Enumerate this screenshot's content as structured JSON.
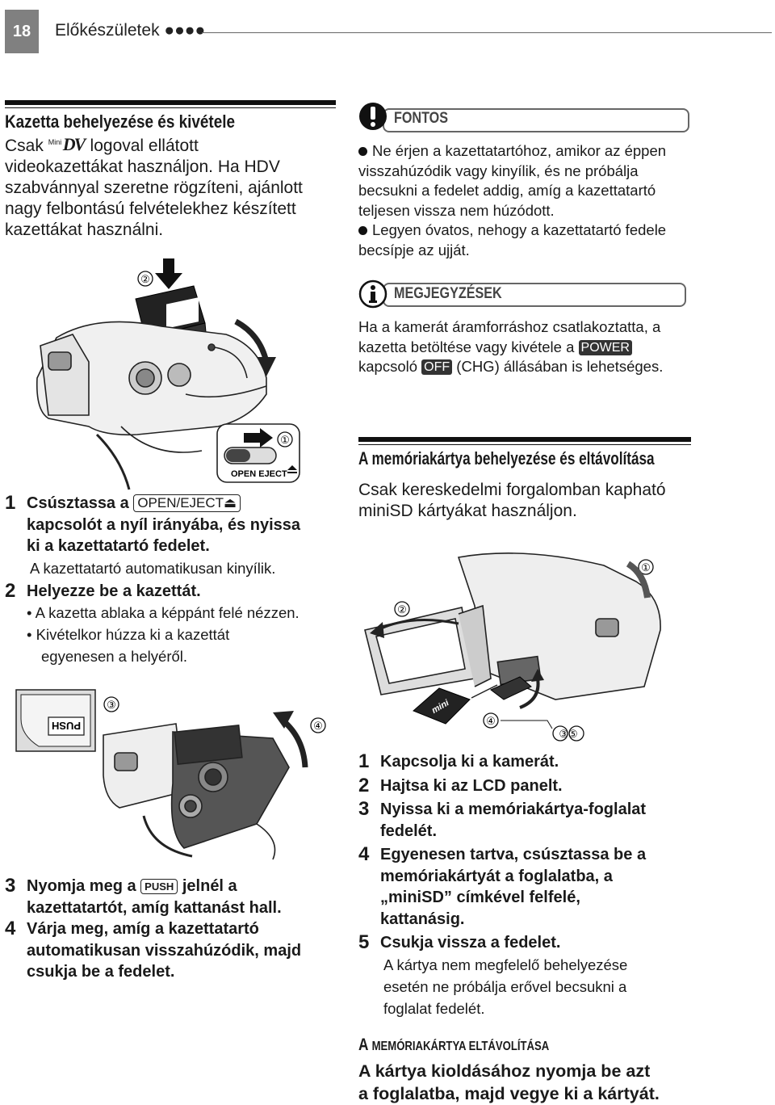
{
  "header": {
    "page_number": "18",
    "section_title": "Előkészületek ●●●●"
  },
  "cassette": {
    "title": "Kazetta behelyezése és kivétele",
    "intro_before": "Csak",
    "intro_logo_small": "Mini",
    "intro_logo_main": "DV",
    "intro_after": "logoval ellátott",
    "intro_lines": [
      "videokazettákat használjon. Ha HDV",
      "szabvánnyal szeretne rögzíteni, ajánlott",
      "nagy felbontású felvételekhez készített",
      "kazettákat használni."
    ],
    "steps": [
      {
        "num": "1",
        "text_before": "Csúsztassa a",
        "button": "OPEN/EJECT⏏",
        "text_lines": [
          "kapcsolót a nyíl irányába, és nyissa",
          "ki a kazettatartó fedelet."
        ],
        "sub": [
          "A kazettatartó automatikusan kinyílik."
        ]
      },
      {
        "num": "2",
        "text": "Helyezze be a kazettát.",
        "bullets": [
          "A kazetta ablaka a képpánt felé nézzen.",
          "Kivételkor húzza ki a kazettát",
          "egyenesen a helyéről."
        ]
      },
      {
        "num": "3",
        "text_before": "Nyomja meg a",
        "button": "PUSH",
        "text_after": "jelnél a",
        "text_lines": [
          "kazettatartót, amíg kattanást hall."
        ]
      },
      {
        "num": "4",
        "text_lines": [
          "Várja meg, amíg a kazettatartó",
          "automatikusan visszahúzódik, majd",
          "csukja be a fedelet."
        ]
      }
    ],
    "figure_labels": {
      "fig1_callout": "②",
      "switch_callout": "①",
      "switch_text": "OPEN EJECT",
      "fig2_callout_3": "③",
      "fig2_callout_4": "④",
      "push_text": "PUSH"
    }
  },
  "important": {
    "label": "FONTOS",
    "bullets": [
      [
        "Ne érjen a kazettatartóhoz, amikor az éppen",
        "visszahúzódik vagy kinyílik, és ne próbálja",
        "becsukni a fedelet addig, amíg a kazettatartó",
        "teljesen vissza nem húzódott."
      ],
      [
        "Legyen óvatos, nehogy a kazettatartó fedele",
        "becsípje az ujját."
      ]
    ]
  },
  "notes": {
    "label": "MEGJEGYZÉSEK",
    "line1": "Ha a kamerát áramforráshoz csatlakoztatta, a",
    "line2_before": "kazetta betöltése vagy kivétele a",
    "power": "POWER",
    "line3_before": "kapcsoló",
    "off": "OFF",
    "line3_after": "(CHG) állásában is lehetséges."
  },
  "memory_card": {
    "title": "A memóriakártya behelyezése és eltávolítása",
    "intro_lines": [
      "Csak kereskedelmi forgalomban kapható",
      "miniSD kártyákat használjon."
    ],
    "figure_labels": {
      "c1": "①",
      "c2": "②",
      "c4": "④",
      "c35": "③⑤",
      "card_text": "mini"
    },
    "steps": [
      {
        "num": "1",
        "lines": [
          "Kapcsolja ki a kamerát."
        ]
      },
      {
        "num": "2",
        "lines": [
          "Hajtsa ki az LCD panelt."
        ]
      },
      {
        "num": "3",
        "lines": [
          "Nyissa ki a memóriakártya-foglalat",
          "fedelét."
        ]
      },
      {
        "num": "4",
        "lines": [
          "Egyenesen tartva, csúsztassa be a",
          "memóriakártyát a foglalatba, a",
          "„miniSD” címkével felfelé,",
          "kattanásig."
        ]
      },
      {
        "num": "5",
        "lines": [
          "Csukja vissza a fedelet."
        ],
        "sub": [
          "A kártya nem megfelelő behelyezése",
          "esetén ne próbálja erővel becsukni a",
          "foglalat fedelét."
        ]
      }
    ],
    "removal_title": "A memóriakártya eltávolítása",
    "removal_title_display_first": "A ",
    "removal_title_display_rest": "MEMÓRIAKÁRTYA ELTÁVOLÍTÁSA",
    "removal_lines": [
      "A kártya kioldásához nyomja be azt",
      "a foglalatba, majd vegye ki a kártyát."
    ]
  }
}
